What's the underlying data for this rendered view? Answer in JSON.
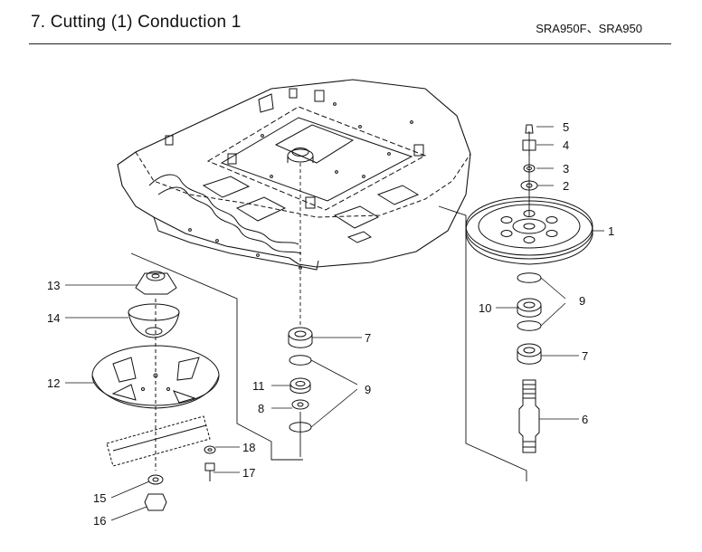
{
  "header": {
    "title": "7. Cutting (1) Conduction 1",
    "model": "SRA950F、SRA950"
  },
  "callouts": [
    "1",
    "2",
    "3",
    "4",
    "5",
    "6",
    "7",
    "7",
    "8",
    "9",
    "9",
    "10",
    "11",
    "12",
    "13",
    "14",
    "15",
    "16",
    "17",
    "18"
  ]
}
